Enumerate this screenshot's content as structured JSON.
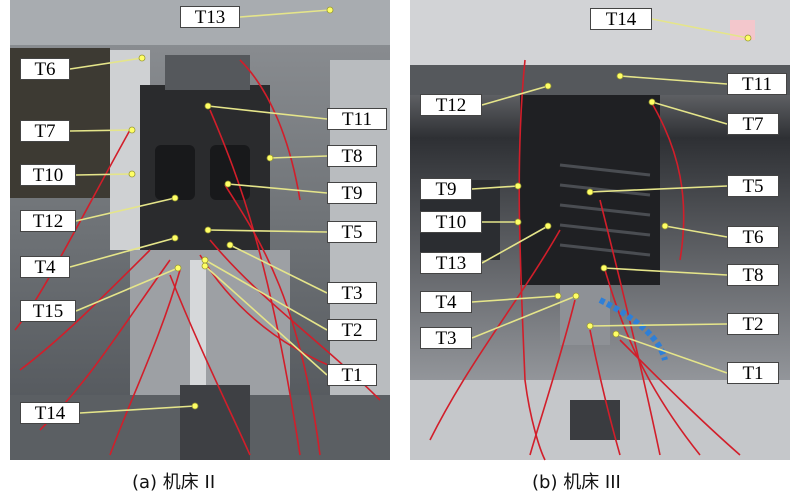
{
  "panels": [
    {
      "caption": "(a) 机床 II",
      "labels": [
        "T13",
        "T6",
        "T7",
        "T10",
        "T12",
        "T4",
        "T15",
        "T14",
        "T11",
        "T8",
        "T9",
        "T5",
        "T3",
        "T2",
        "T1"
      ]
    },
    {
      "caption": "(b) 机床 III",
      "labels": [
        "T14",
        "T12",
        "T9",
        "T10",
        "T13",
        "T4",
        "T3",
        "T11",
        "T7",
        "T5",
        "T6",
        "T8",
        "T2",
        "T1"
      ]
    }
  ],
  "colors": {
    "leader": "#e5e58a",
    "dot": "#ffff66",
    "wire": "#d21e2a",
    "label_border": "#444444"
  }
}
